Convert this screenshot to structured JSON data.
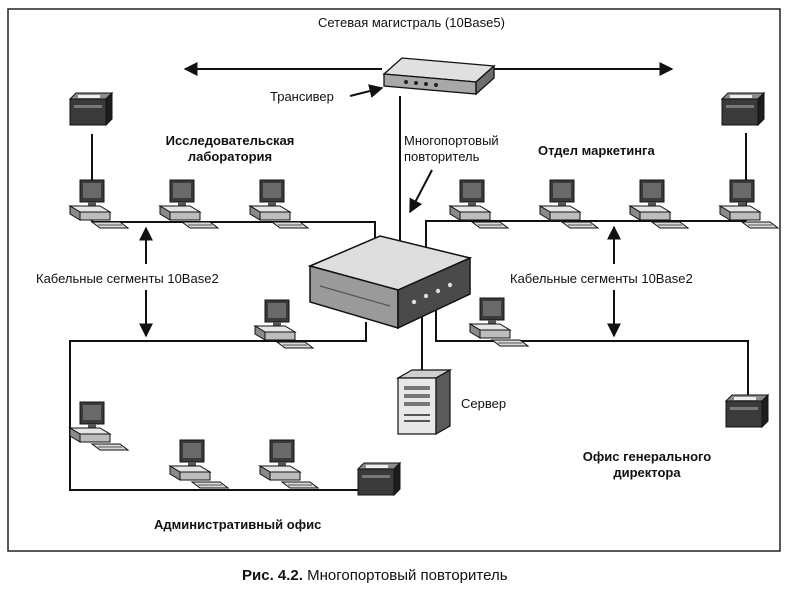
{
  "labels": {
    "backbone": "Сетевая магистраль (10Base5)",
    "transceiver": "Трансивер",
    "repeater_line1": "Многопортовый",
    "repeater_line2": "повторитель",
    "lab_line1": "Исследовательская",
    "lab_line2": "лаборатория",
    "marketing": "Отдел маркетинга",
    "segments_left": "Кабельные сегменты 10Base2",
    "segments_right": "Кабельные сегменты 10Base2",
    "server": "Сервер",
    "director_line1": "Офис генерального",
    "director_line2": "директора",
    "admin": "Административный офис"
  },
  "caption": {
    "number": "Рис. 4.2.",
    "text": "Многопортовый повторитель"
  },
  "colors": {
    "line": "#111111",
    "device_body": "#cfcfcf",
    "device_dark": "#3a3a3a",
    "frame": "#222222"
  },
  "icons": {
    "printer": "printer-icon",
    "workstation": "workstation-icon",
    "repeater": "multiport-repeater-icon",
    "transceiver": "transceiver-icon",
    "server": "server-icon"
  }
}
